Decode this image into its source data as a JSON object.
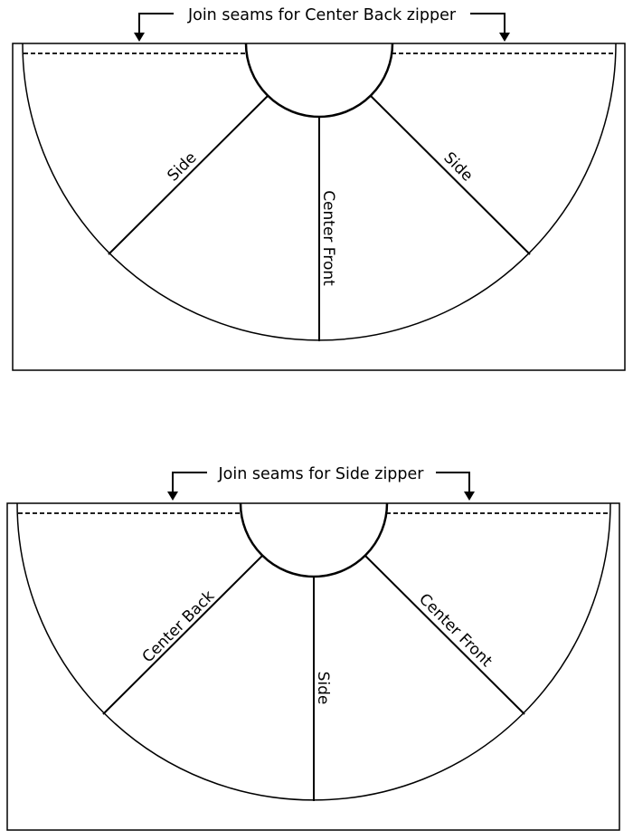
{
  "diagrams": [
    {
      "title": "Join seams for Center Back zipper",
      "panels": [
        "Side",
        "Center Front",
        "Side"
      ]
    },
    {
      "title": "Join seams for Side zipper",
      "panels": [
        "Center Back",
        "Side",
        "Center Front"
      ]
    }
  ],
  "colors": {
    "ink": "#000000",
    "paper": "#ffffff"
  }
}
